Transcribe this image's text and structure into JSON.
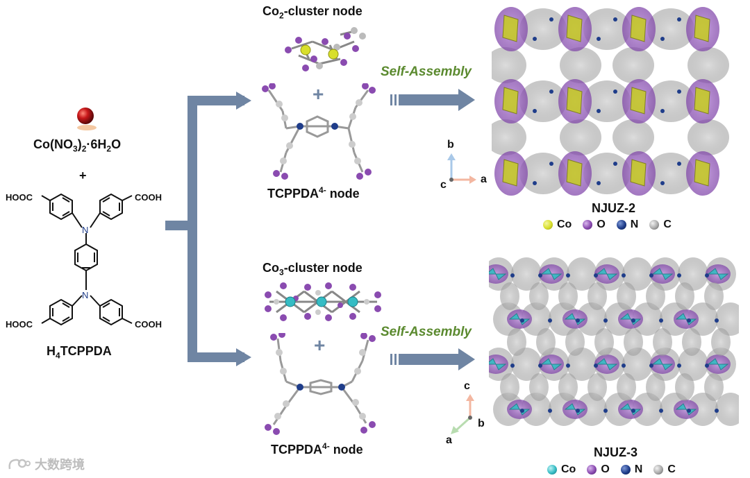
{
  "reagents": {
    "metal_salt": "Co(NO3)2·6H2O",
    "metal_salt_parts": {
      "a": "Co(NO",
      "s1": "3",
      "b": ")",
      "s2": "2",
      "c": "·6H",
      "s3": "2",
      "d": "O"
    },
    "plus": "+",
    "ligand_groups": {
      "tl": "HOOC",
      "tr": "COOH",
      "bl": "HOOC",
      "br": "COOH",
      "n": "N"
    },
    "ligand_name": {
      "pre": "H",
      "sub": "4",
      "post": "TCPPDA"
    }
  },
  "top": {
    "cluster_label": {
      "pre": "Co",
      "sub": "2",
      "post": "-cluster node"
    },
    "plus": "+",
    "ligand_node": {
      "pre": "TCPPDA",
      "sup": "4-",
      "post": " node"
    },
    "arrow_label": "Self-Assembly",
    "axes": {
      "up": "b",
      "right": "a",
      "origin": "c"
    },
    "product": "NJUZ-2",
    "legend": [
      {
        "symbol": "Co",
        "color": "#d8df2b"
      },
      {
        "symbol": "O",
        "color": "#8a4bb0"
      },
      {
        "symbol": "N",
        "color": "#1f3d8a"
      },
      {
        "symbol": "C",
        "color": "#aaaaaa"
      }
    ]
  },
  "bottom": {
    "cluster_label": {
      "pre": "Co",
      "sub": "3",
      "post": "-cluster node"
    },
    "plus": "+",
    "ligand_node": {
      "pre": "TCPPDA",
      "sup": "4-",
      "post": " node"
    },
    "arrow_label": "Self-Assembly",
    "axes": {
      "up": "c",
      "right": "b",
      "down_left": "a"
    },
    "product": "NJUZ-3",
    "legend": [
      {
        "symbol": "Co",
        "color": "#35bcc4"
      },
      {
        "symbol": "O",
        "color": "#8a4bb0"
      },
      {
        "symbol": "N",
        "color": "#1f3d8a"
      },
      {
        "symbol": "C",
        "color": "#aaaaaa"
      }
    ]
  },
  "watermark": "大数跨境",
  "colors": {
    "arrow": "#6f85a3",
    "co_top": "#d8df2b",
    "co_bottom": "#35bcc4",
    "oxygen": "#8a4bb0",
    "nitrogen": "#1f3d8a",
    "carbon": "#aaaaaa",
    "label_green": "#5b8a2f"
  }
}
